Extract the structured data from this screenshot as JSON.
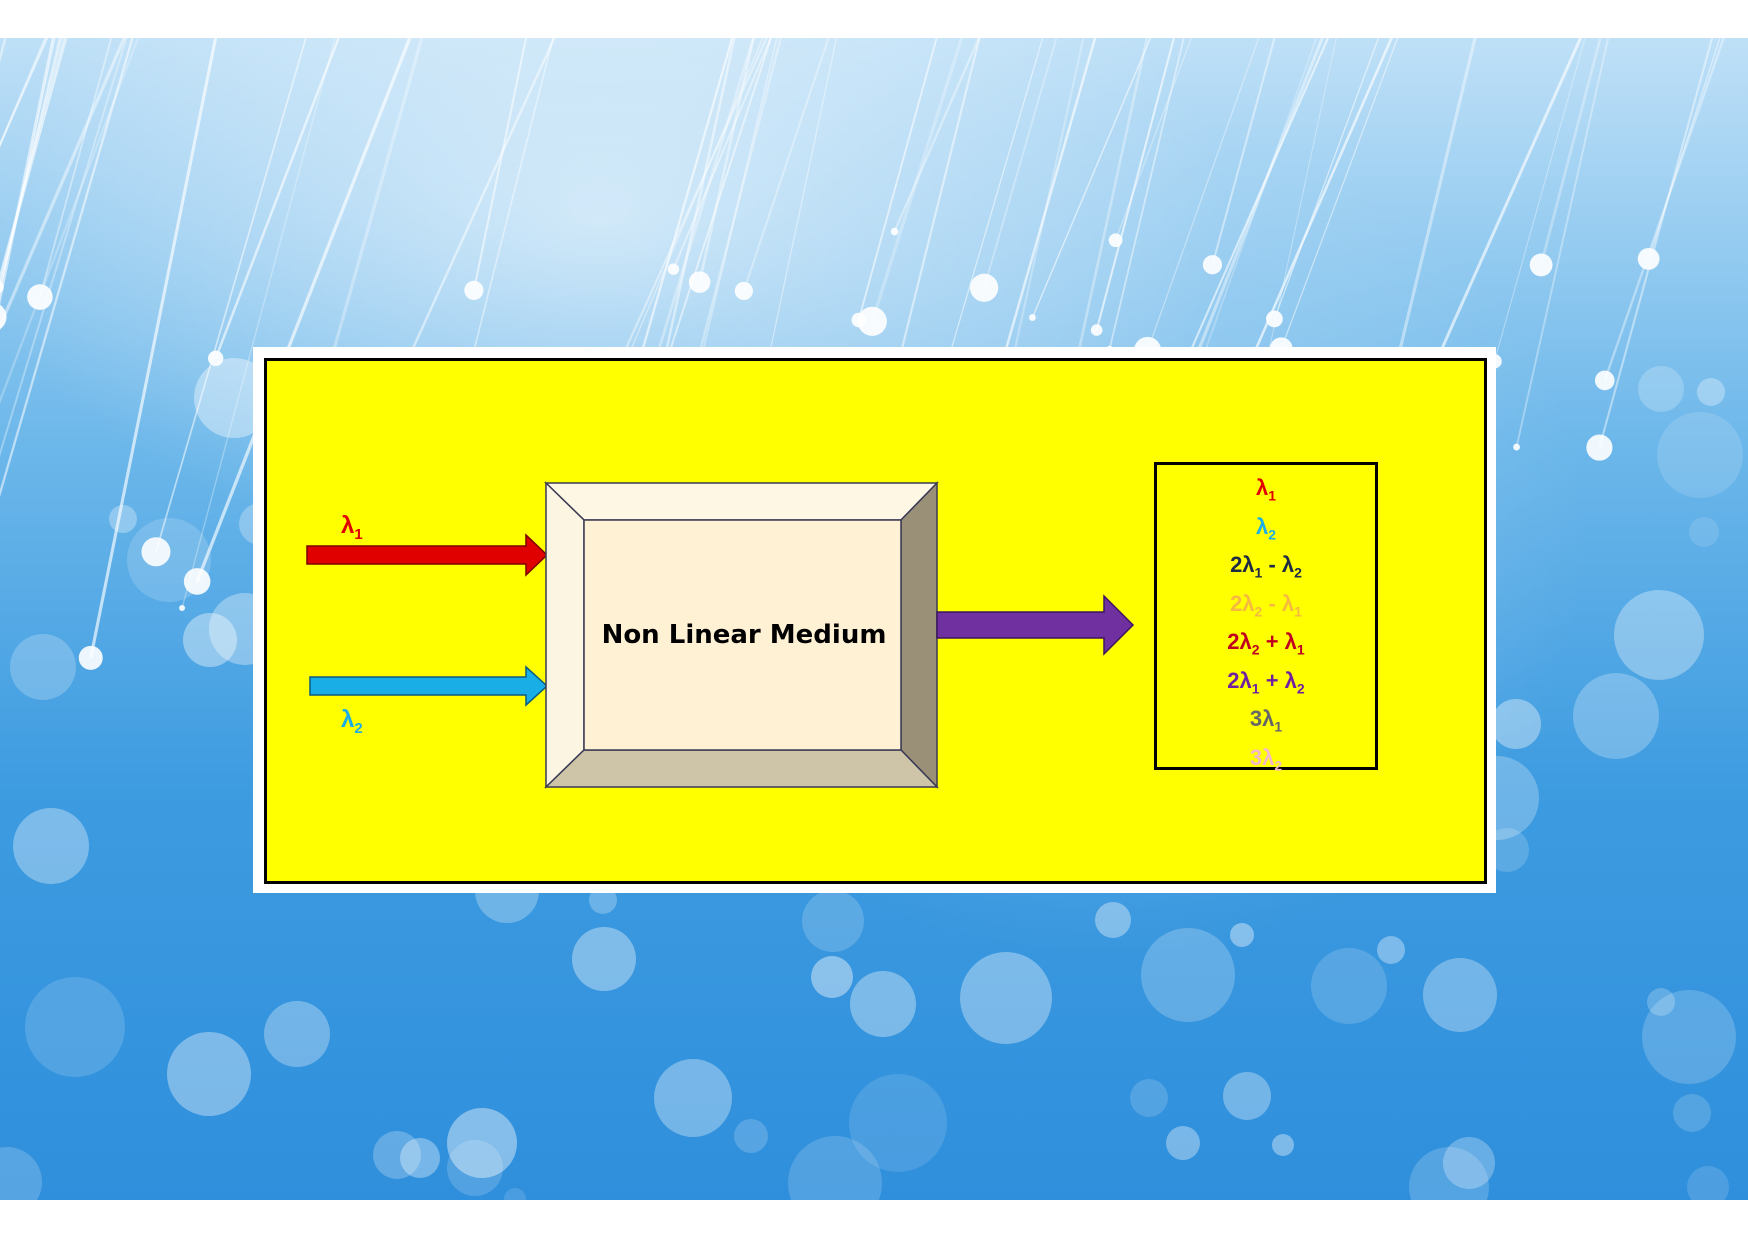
{
  "colors": {
    "panel_fill": "#ffff00",
    "lambda1": "#e00000",
    "lambda2": "#1aaee6",
    "output_arrow": "#7030a0"
  },
  "inputs": [
    {
      "label": "λ",
      "sub": "1",
      "color": "#e00000"
    },
    {
      "label": "λ",
      "sub": "2",
      "color": "#1aaee6"
    }
  ],
  "medium": {
    "label": "Non Linear Medium"
  },
  "outputs": [
    {
      "parts": [
        {
          "t": "λ"
        },
        {
          "s": "1"
        }
      ],
      "color": "#e00000"
    },
    {
      "parts": [
        {
          "t": "λ"
        },
        {
          "s": "2"
        }
      ],
      "color": "#1aaee6"
    },
    {
      "parts": [
        {
          "t": "2λ"
        },
        {
          "s": "1"
        },
        {
          "t": " - λ"
        },
        {
          "s": "2"
        }
      ],
      "color": "#1f2a44"
    },
    {
      "parts": [
        {
          "t": "2λ"
        },
        {
          "s": "2"
        },
        {
          "t": " - λ"
        },
        {
          "s": "1"
        }
      ],
      "color": "#f5b940"
    },
    {
      "parts": [
        {
          "t": "2λ"
        },
        {
          "s": "2"
        },
        {
          "t": " + λ"
        },
        {
          "s": "1"
        }
      ],
      "color": "#c00020"
    },
    {
      "parts": [
        {
          "t": "2λ"
        },
        {
          "s": "1"
        },
        {
          "t": " + λ"
        },
        {
          "s": "2"
        }
      ],
      "color": "#7020a0"
    },
    {
      "parts": [
        {
          "t": "3λ"
        },
        {
          "s": "1"
        }
      ],
      "color": "#666666"
    },
    {
      "parts": [
        {
          "t": "3λ"
        },
        {
          "s": "2"
        }
      ],
      "color": "#f4b8c8"
    }
  ]
}
